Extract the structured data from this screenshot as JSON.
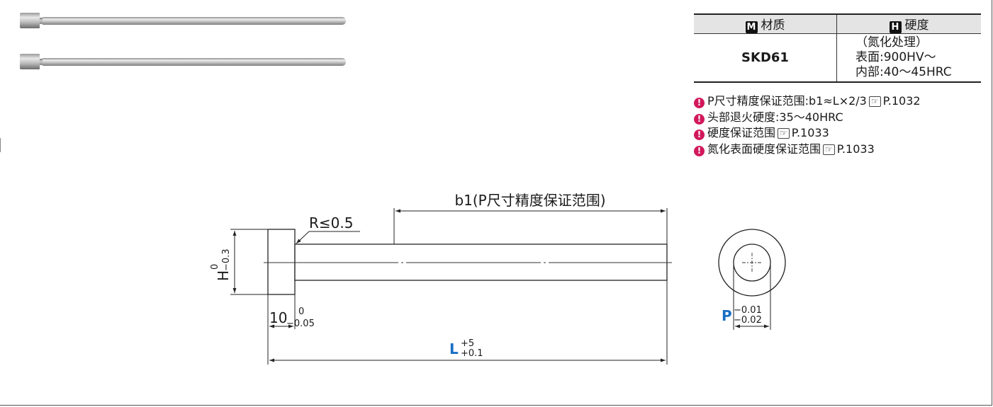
{
  "table": {
    "material_badge": "M",
    "material_header": "材质",
    "hardness_badge": "H",
    "hardness_header": "硬度",
    "material_value": "SKD61",
    "hardness_lines": [
      "（氮化处理）",
      "表面:900HV～",
      "内部:40～45HRC"
    ]
  },
  "notes": [
    {
      "icon": "!",
      "text": "P尺寸精度保证范围:b1≈L×2/3",
      "ref_icon": "☞",
      "ref": "P.1032"
    },
    {
      "icon": "!",
      "text": "头部退火硬度:35～40HRC",
      "ref_icon": "",
      "ref": ""
    },
    {
      "icon": "!",
      "text": "硬度保证范围",
      "ref_icon": "☞",
      "ref": "P.1033"
    },
    {
      "icon": "!",
      "text": "氮化表面硬度保证范围",
      "ref_icon": "☞",
      "ref": "P.1033"
    }
  ],
  "drawing": {
    "b1_label": "b1(P尺寸精度保证范围)",
    "radius_label": "R≤0.5",
    "h_label": "H",
    "h_tol_upper": "0",
    "h_tol_lower": "−0.3",
    "head_len": "10",
    "head_tol_upper": "0",
    "head_tol_lower": "−0.05",
    "l_label": "L",
    "l_tol_upper": "+5",
    "l_tol_lower": "+0.1",
    "p_label": "P",
    "p_tol_upper": "−0.01",
    "p_tol_lower": "−0.02"
  },
  "colors": {
    "accent_blue": "#1a6fc4",
    "note_icon": "#d2185c"
  }
}
